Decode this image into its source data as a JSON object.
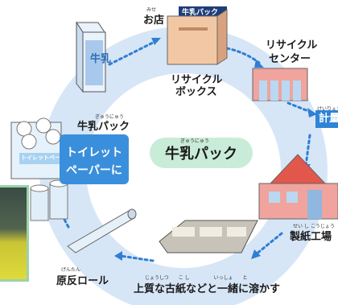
{
  "center_label": "牛乳パック",
  "center_ruby": "ぎゅうにゅう",
  "steps": {
    "milk_carton": {
      "label": "牛乳パック",
      "ruby": "ぎゅうにゅう",
      "carton_text": "牛乳"
    },
    "store": {
      "label": "お店",
      "ruby": "みせ",
      "box_tag": "牛乳パック"
    },
    "recycle_box": {
      "label_line1": "リサイクル",
      "label_line2": "ボックス"
    },
    "recycle_center": {
      "label_line1": "リサイクル",
      "label_line2": "センター"
    },
    "weigh": {
      "label": "計量",
      "ruby": "けいりょう"
    },
    "paper_mill": {
      "label": "製紙工場",
      "ruby": "せい し こうじょう"
    },
    "dissolve": {
      "label": "上質な古紙などと一緒に溶かす",
      "ruby": "じょうしつ　　こ し　　　　　いっしょ　　と"
    },
    "base_roll": {
      "label": "原反ロール",
      "ruby": "げんたん"
    },
    "toilet_paper": {
      "label_line1": "トイレット",
      "label_line2": "ペーパーに",
      "pack_text": "トイレットペーパー"
    }
  },
  "colors": {
    "cycle_ring": "#d7e6f6",
    "arrow": "#2f7fd3",
    "center_pill": "#c9ecd8",
    "label_box": "#3a8fdc",
    "building": "#f0a49d",
    "house_roof": "#e2574c"
  }
}
